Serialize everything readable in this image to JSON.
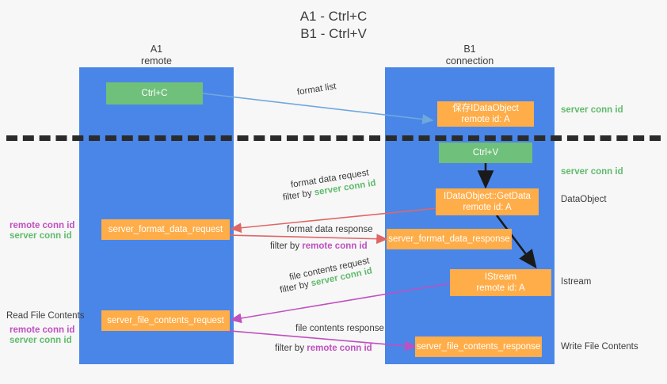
{
  "title": {
    "line1": "A1 - Ctrl+C",
    "line2": "B1 - Ctrl+V"
  },
  "lanes": [
    {
      "id": "a1",
      "name": "A1",
      "sub": "remote",
      "color": "#4a86e8"
    },
    {
      "id": "b1",
      "name": "B1",
      "sub": "connection",
      "color": "#4a86e8"
    }
  ],
  "colors": {
    "lane": "#4a86e8",
    "green_box": "#6fc07a",
    "orange_box": "#ffad49",
    "server_conn": "#5fbb6b",
    "remote_conn": "#c04fc0",
    "arrow_blue": "#6fa8dc",
    "arrow_red": "#e06666",
    "arrow_magenta": "#c04fc0",
    "arrow_dark": "#1a1a1a",
    "background": "#f7f7f7"
  },
  "nodes": {
    "ctrl_c": {
      "label": "Ctrl+C"
    },
    "save_idataobject": {
      "line1": "保存IDataObject",
      "line2": "remote id: A"
    },
    "ctrl_v": {
      "label": "Ctrl+V"
    },
    "getdata": {
      "line1": "IDataObject::GetData",
      "line2": "remote id: A"
    },
    "istream": {
      "line1": "IStream",
      "line2": "remote id: A"
    },
    "server_format_data_request": {
      "label": "server_format_data_request"
    },
    "server_format_data_response": {
      "label": "server_format_data_response"
    },
    "server_file_contents_request": {
      "label": "server_file_contents_request"
    },
    "server_file_contents_response": {
      "label": "server_file_contents_response"
    }
  },
  "right_labels": {
    "server_conn_top": "server conn id",
    "server_conn_mid": "server conn id",
    "dataobject": "DataObject",
    "istream": "Istream",
    "write_file_contents": "Write File Contents"
  },
  "left_labels": {
    "remote_conn_1": "remote conn id",
    "server_conn_1": "server conn id",
    "read_file_contents": "Read File Contents",
    "remote_conn_2": "remote conn id",
    "server_conn_2": "server conn id"
  },
  "edge_labels": {
    "format_list": "format list",
    "format_data_request": "format data request",
    "format_data_request_filter_prefix": "filter by ",
    "format_data_request_filter_value": "server conn id",
    "format_data_response": "format data response",
    "format_data_response_filter_prefix": "filter by ",
    "format_data_response_filter_value": "remote conn id",
    "file_contents_request": "file contents request",
    "file_contents_request_filter_prefix": "filter by ",
    "file_contents_request_filter_value": "server conn id",
    "file_contents_response": "file contents response",
    "file_contents_response_filter_prefix": "filter by ",
    "file_contents_response_filter_value": "remote conn id"
  }
}
